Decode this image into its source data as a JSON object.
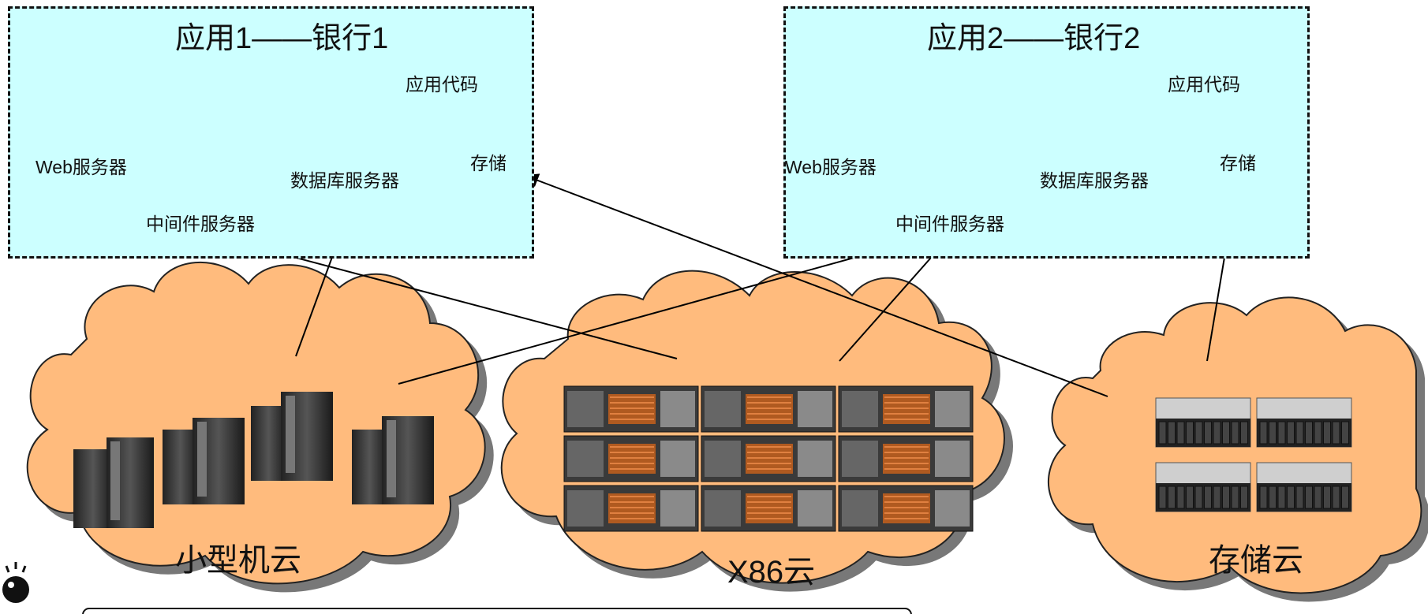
{
  "apps": [
    {
      "title": "应用1——银行1",
      "web_server": "Web服务器",
      "middleware": "中间件服务器",
      "db_server": "数据库服务器",
      "app_code": "应用代码",
      "storage": "存储"
    },
    {
      "title": "应用2——银行2",
      "web_server": "Web服务器",
      "middleware": "中间件服务器",
      "db_server": "数据库服务器",
      "app_code": "应用代码",
      "storage": "存储"
    }
  ],
  "clouds": {
    "minicomputer": "小型机云",
    "x86": "X86云",
    "storage": "存储云"
  },
  "colors": {
    "app_box_bg": "#ccffff",
    "cloud_fill": "#ffbb7d",
    "web_cube": "#66ffff",
    "middleware_cube": "#ffff00",
    "db_cube": "#9999dd",
    "code_pages": "#cc99ff",
    "storage_cylinder": "#66aa00"
  }
}
